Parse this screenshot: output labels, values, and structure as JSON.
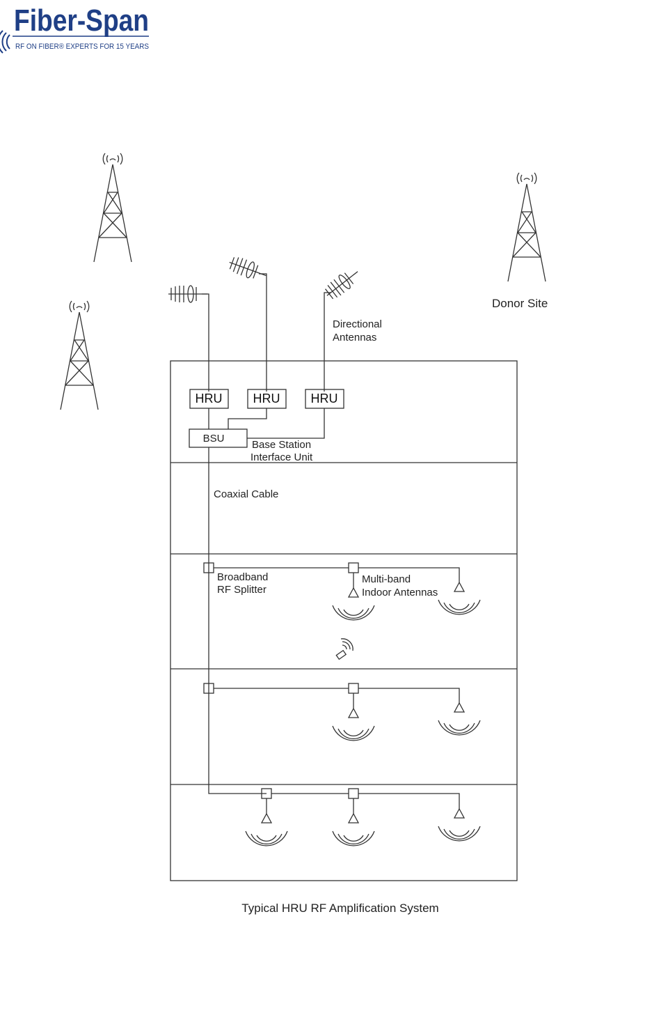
{
  "logo": {
    "brand": "Fiber-Span",
    "tagline": "RF ON FIBER® EXPERTS FOR 15 YEARS",
    "brand_color": "#1f3f86"
  },
  "labels": {
    "donor_site": "Donor Site",
    "directional_line1": "Directional",
    "directional_line2": "Antennas",
    "hru": "HRU",
    "bsu": "BSU",
    "bsu_desc_line1": "Base Station",
    "bsu_desc_line2": "Interface Unit",
    "coaxial": "Coaxial Cable",
    "splitter_line1": "Broadband",
    "splitter_line2": "RF Splitter",
    "indoor_line1": "Multi-band",
    "indoor_line2": "Indoor Antennas"
  },
  "caption": "Typical HRU RF Amplification System"
}
